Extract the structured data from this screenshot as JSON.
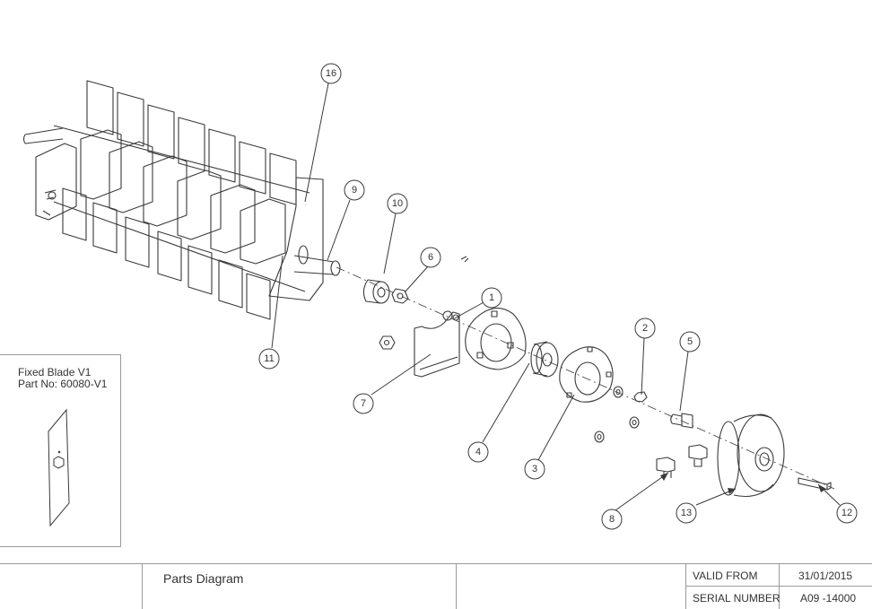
{
  "inset": {
    "title_line1": "Fixed Blade V1",
    "title_line2": "Part No: 60080-V1"
  },
  "title_block": {
    "title": "Parts Diagram",
    "valid_from_label": "VALID FROM",
    "valid_from_value": "31/01/2015",
    "serial_label": "SERIAL NUMBER",
    "serial_value": "A09 -14000"
  },
  "callouts": [
    "16",
    "9",
    "10",
    "6",
    "1",
    "11",
    "7",
    "4",
    "3",
    "2",
    "5",
    "13",
    "8",
    "12"
  ],
  "colors": {
    "line": "#3a3a3a",
    "border": "#9a9a9a"
  }
}
